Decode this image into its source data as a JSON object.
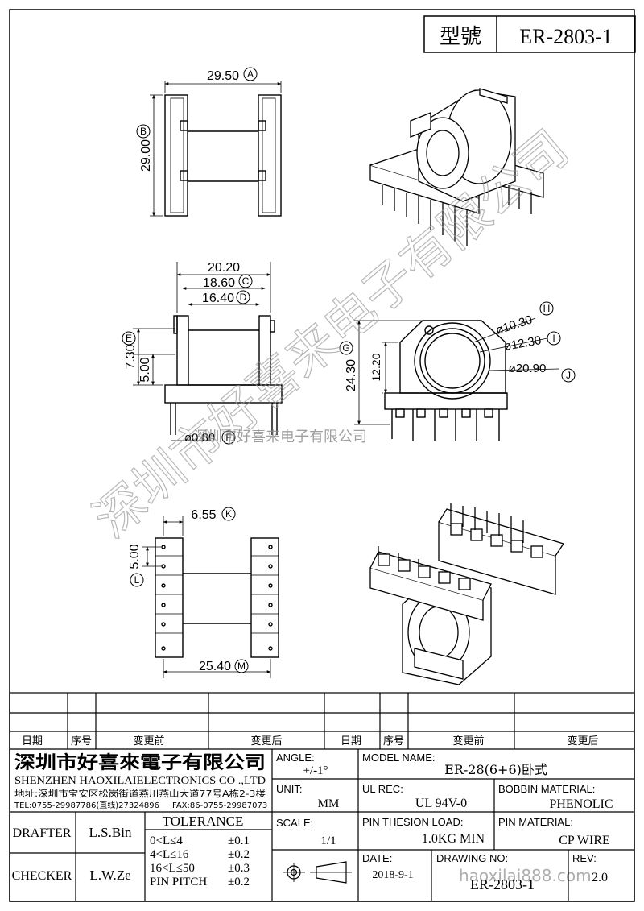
{
  "header": {
    "model_label": "型號",
    "model_value": "ER-2803-1"
  },
  "dimensions": {
    "a": "29.50",
    "b": "29.00",
    "c": "18.60",
    "d": "16.40",
    "w1": "20.20",
    "e": "7.30",
    "e2": "5.00",
    "f": "ø0.80",
    "g": "24.30",
    "g2": "12.20",
    "h": "ø10.30",
    "i": "ø12.30",
    "j": "ø20.90",
    "k": "6.55",
    "l": "5.00",
    "m": "25.40"
  },
  "markers": [
    "A",
    "B",
    "C",
    "D",
    "E",
    "F",
    "G",
    "H",
    "I",
    "J",
    "K",
    "L",
    "M"
  ],
  "watermark": {
    "diagonal": "深圳市好喜来电子有限公司",
    "horizontal": "深圳市好喜来电子有限公司",
    "site": "haoxilai888.com"
  },
  "revision_table": {
    "headers": [
      "日期",
      "序号",
      "变更前",
      "变更后",
      "日期",
      "序号",
      "变更前",
      "变更后"
    ]
  },
  "company": {
    "name_cn": "深圳市好喜來電子有限公司",
    "name_en": "SHENZHEN HAOXILAIELECTRONICS CO .,LTD",
    "address": "地址:深圳市宝安区松岗街道燕川燕山大道77号A栋2-3楼",
    "tel": "TEL:0755-29987786(直线)27324896",
    "fax": "FAX:86-0755-29987073"
  },
  "info": {
    "angle_label": "ANGLE:",
    "angle_value": "+/-1°",
    "model_name_label": "MODEL NAME:",
    "model_name_value": "ER-28(6+6)卧式",
    "unit_label": "UNIT:",
    "unit_value": "MM",
    "ul_label": "UL REC:",
    "ul_value": "UL 94V-0",
    "bobbin_label": "BOBBIN MATERIAL:",
    "bobbin_value": "PHENOLIC",
    "scale_label": "SCALE:",
    "scale_value": "1/1",
    "pin_load_label": "PIN THESION LOAD:",
    "pin_load_value": "1.0KG MIN",
    "pin_mat_label": "PIN MATERIAL:",
    "pin_mat_value": "CP  WIRE",
    "date_label": "DATE:",
    "date_value": "2018-9-1",
    "drawing_no_label": "DRAWING NO:",
    "drawing_no_value": "ER-2803-1",
    "rev_label": "REV:",
    "rev_value": "2.0"
  },
  "signoff": {
    "drafter_label": "DRAFTER",
    "drafter_value": "L.S.Bin",
    "checker_label": "CHECKER",
    "checker_value": "L.W.Ze"
  },
  "tolerance": {
    "title": "TOLERANCE",
    "rows": [
      {
        "range": "0<L≤4",
        "value": "±0.1"
      },
      {
        "range": "4<L≤16",
        "value": "±0.2"
      },
      {
        "range": "16<L≤50",
        "value": "±0.3"
      },
      {
        "range": "PIN PITCH",
        "value": "±0.2"
      }
    ]
  }
}
